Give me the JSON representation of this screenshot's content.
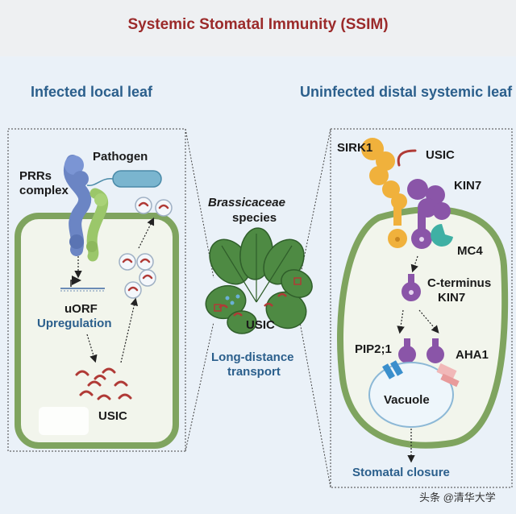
{
  "title": "Systemic Stomatal Immunity (SSIM)",
  "left_panel": {
    "heading": "Infected local leaf",
    "pathogen": "Pathogen",
    "prrs_line1": "PRRs",
    "prrs_line2": "complex",
    "uorf": "uORF",
    "upregulation": "Upregulation",
    "usic": "USIC"
  },
  "center": {
    "species_line1": "Brassicaceae",
    "species_line2": "species",
    "usic": "USIC",
    "transport_line1": "Long-distance",
    "transport_line2": "transport"
  },
  "right_panel": {
    "heading": "Uninfected distal systemic leaf",
    "sirk1": "SIRK1",
    "usic": "USIC",
    "kin7": "KIN7",
    "mc4": "MC4",
    "cterm_line1": "C-terminus",
    "cterm_line2": "KIN7",
    "pip": "PIP2;1",
    "aha": "AHA1",
    "vacuole": "Vacuole",
    "closure": "Stomatal closure"
  },
  "watermark": "头条 @清华大学",
  "colors": {
    "title": "#9b2a2a",
    "heading": "#2b5f8c",
    "sirk1": "#f0b13c",
    "kin7": "#8a55a8",
    "prr_blue": "#6b85c4",
    "prr_green": "#9bc76a",
    "cell_wall": "#7fa45f",
    "peptide": "#b03a36",
    "leaf": "#4e8a43"
  }
}
